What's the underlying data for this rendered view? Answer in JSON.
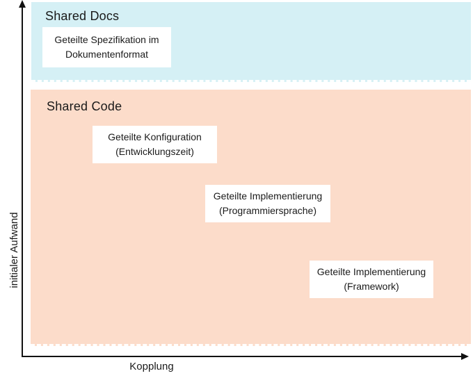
{
  "page": {
    "background_color": "#ffffff",
    "text_color": "#1a1a1a",
    "axis_color": "#111111"
  },
  "axes": {
    "y_label": "initialer Aufwand",
    "x_label": "Kopplung"
  },
  "regions": [
    {
      "title": "Shared Docs",
      "color": "#d5f0f5",
      "boxes": [
        {
          "label": "Geteilte Spezifikation im\nDokumentenformat"
        }
      ]
    },
    {
      "title": "Shared Code",
      "color": "#fcdcca",
      "boxes": [
        {
          "label": "Geteilte Konfiguration\n(Entwicklungszeit)"
        },
        {
          "label": "Geteilte Implementierung\n(Programmiersprache)"
        },
        {
          "label": "Geteilte Implementierung\n(Framework)"
        }
      ]
    }
  ]
}
